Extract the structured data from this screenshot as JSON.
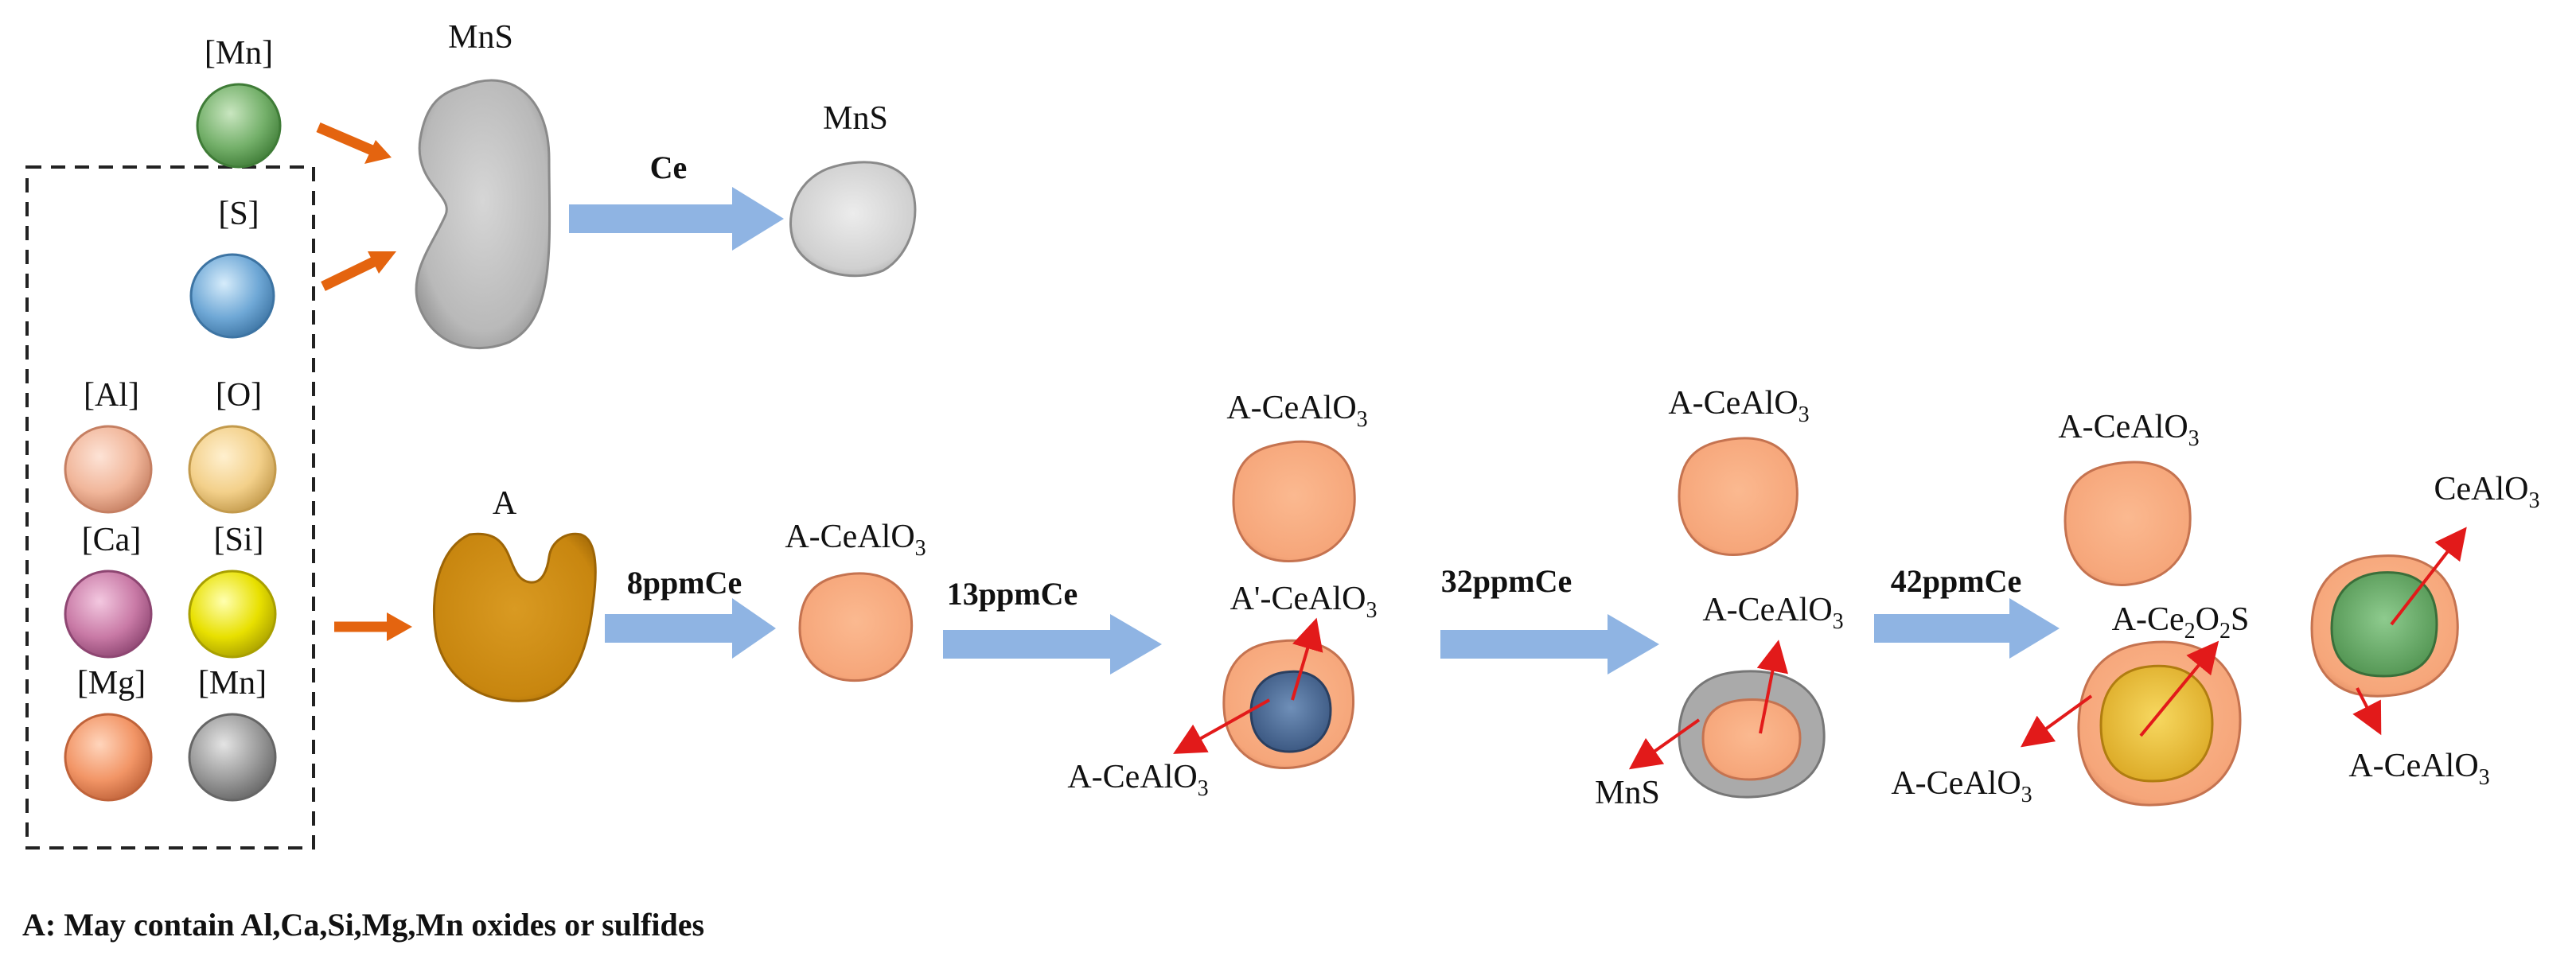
{
  "elements": {
    "mn": "[Mn]",
    "s": "[S]",
    "al": "[Al]",
    "o": "[O]",
    "ca": "[Ca]",
    "si": "[Si]",
    "mg": "[Mg]",
    "mn2": "[Mn]"
  },
  "top": {
    "mns_large": "MnS",
    "ce": "Ce",
    "mns_small": "MnS"
  },
  "bottom": {
    "a": "A",
    "step1": "8ppmCe",
    "step2": "13ppmCe",
    "step3": "32ppmCe",
    "step4": "42ppmCe",
    "stage1": {
      "main": "A-CeAlO",
      "sub": "3"
    },
    "stage2": {
      "top": {
        "main": "A-CeAlO",
        "sub": "3"
      },
      "core": {
        "main": "A'-CeAlO",
        "sub": "3"
      },
      "shell": {
        "main": "A-CeAlO",
        "sub": "3"
      }
    },
    "stage3": {
      "top": {
        "main": "A-CeAlO",
        "sub": "3"
      },
      "core": {
        "main": "A-CeAlO",
        "sub": "3"
      },
      "shell": "MnS"
    },
    "stage4": {
      "top": {
        "main": "A-CeAlO",
        "sub": "3"
      },
      "core": {
        "pre": "A-Ce",
        "sub1": "2",
        "mid": "O",
        "sub2": "2",
        "post": "S"
      },
      "shell": {
        "main": "A-CeAlO",
        "sub": "3"
      }
    },
    "stage5": {
      "core": {
        "main": "CeAlO",
        "sub": "3"
      },
      "shell": {
        "main": "A-CeAlO",
        "sub": "3"
      }
    }
  },
  "note": "A: May contain Al,Ca,Si,Mg,Mn oxides or sulfides",
  "colors": {
    "mn": "#74b06a",
    "s": "#6fa8d6",
    "al": "#f1b69a",
    "o": "#f3d08a",
    "ca": "#c97aa6",
    "si": "#e8e000",
    "mg": "#f29566",
    "mn2": "#9a9a9a",
    "mns": "#b9b9b9",
    "a": "#c8860f",
    "particle": "#f6a67a",
    "blue_arrow": "#8fb4e3",
    "orange_arrow": "#e4640f",
    "red_arrow": "#e21a1a"
  }
}
